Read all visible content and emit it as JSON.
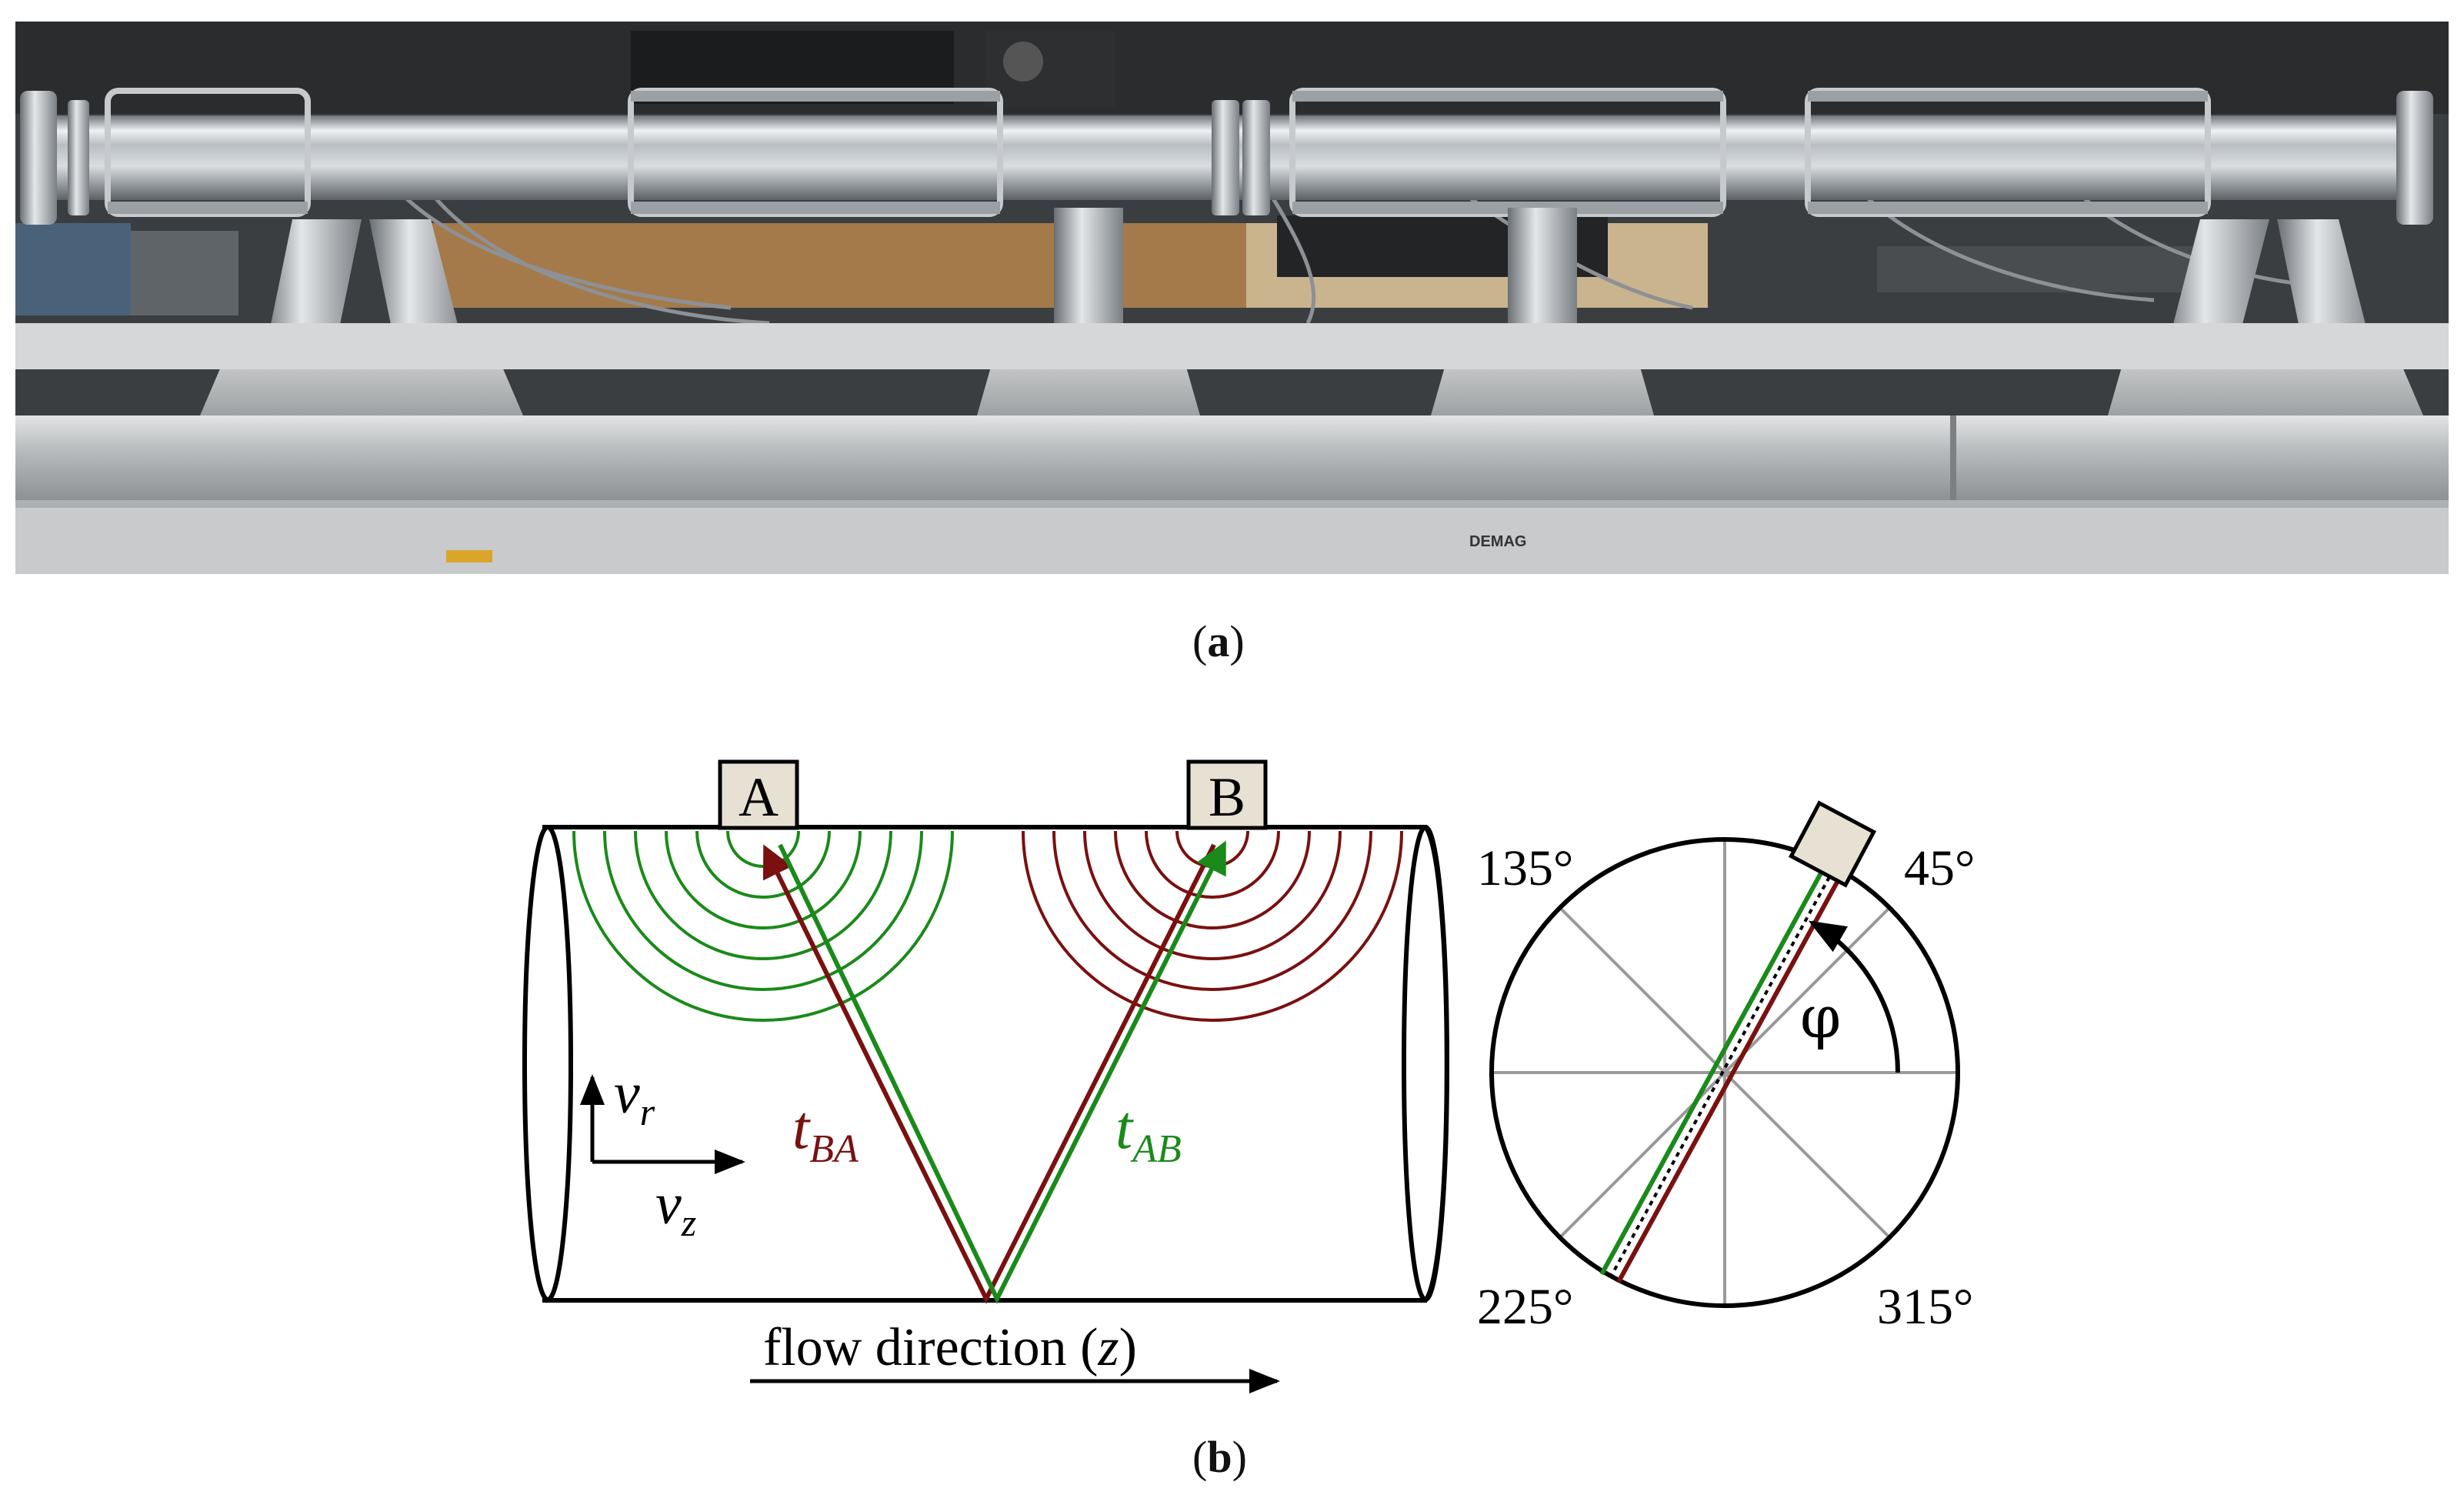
{
  "panel_a": {
    "caption_open": "(",
    "caption_letter": "a",
    "caption_close": ")",
    "photo_text": "DEMAG"
  },
  "panel_b": {
    "caption_open": "(",
    "caption_letter": "b",
    "caption_close": ")",
    "transducer_a": "A",
    "transducer_b": "B",
    "time_ba": {
      "base": "t",
      "sub": "BA"
    },
    "time_ab": {
      "base": "t",
      "sub": "AB"
    },
    "velocity_r": {
      "base": "v",
      "sub": "r"
    },
    "velocity_z": {
      "base": "v",
      "sub": "z"
    },
    "flow_label": "flow direction (",
    "flow_var": "z",
    "flow_close": ")",
    "angle_135": "135°",
    "angle_45": "45°",
    "angle_225": "225°",
    "angle_315": "315°",
    "angle_phi": "φ"
  },
  "colors": {
    "green": "#1a8a1a",
    "darkred": "#7a1010",
    "transducer_fill": "#e6e1d3",
    "gray_lines": "#9a9a9a"
  }
}
